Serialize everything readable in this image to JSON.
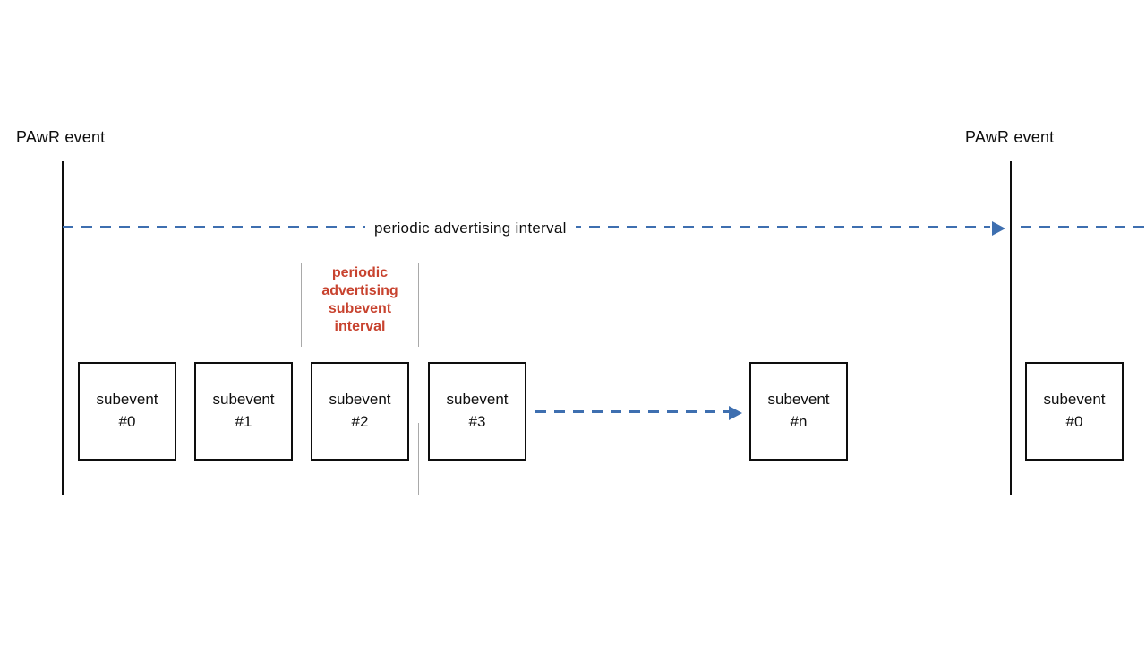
{
  "diagram": {
    "title": "PAwR event timing diagram",
    "colors": {
      "dashed_line_blue": "#3e6fb0",
      "subevent_interval_red": "#c8432f",
      "line_black": "#0e0e0e",
      "guide_gray": "#a9a9a9",
      "background": "#ffffff"
    },
    "pawr_event_left": {
      "label": "PAwR event"
    },
    "pawr_event_right": {
      "label": "PAwR event"
    },
    "periodic_advertising_interval": {
      "label": "periodic advertising interval"
    },
    "subevent_interval": {
      "lines": [
        "periodic",
        "advertising",
        "subevent",
        "interval"
      ]
    },
    "boxes": [
      {
        "line1": "subevent",
        "line2": "#0"
      },
      {
        "line1": "subevent",
        "line2": "#1"
      },
      {
        "line1": "subevent",
        "line2": "#2"
      },
      {
        "line1": "subevent",
        "line2": "#3"
      },
      {
        "line1": "subevent",
        "line2": "#n"
      },
      {
        "line1": "subevent",
        "line2": "#0"
      }
    ]
  }
}
